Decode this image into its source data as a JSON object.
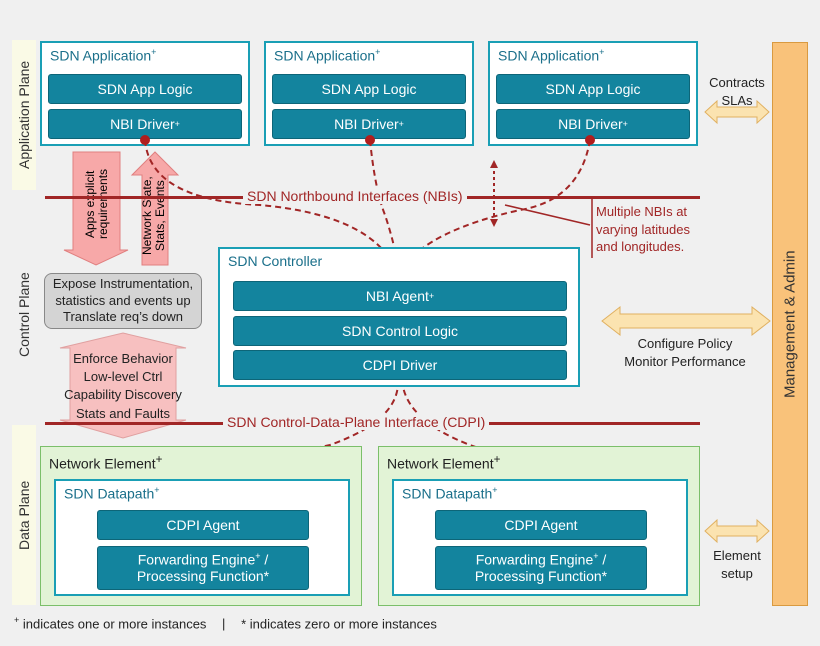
{
  "planes": {
    "application": "Application Plane",
    "control": "Control Plane",
    "data": "Data Plane"
  },
  "apps": [
    {
      "title": "SDN Application",
      "sup": "+",
      "logic": "SDN App Logic",
      "driver": "NBI Driver",
      "driver_sup": "+"
    },
    {
      "title": "SDN Application",
      "sup": "+",
      "logic": "SDN App Logic",
      "driver": "NBI Driver",
      "driver_sup": "+"
    },
    {
      "title": "SDN Application",
      "sup": "+",
      "logic": "SDN App Logic",
      "driver": "NBI Driver",
      "driver_sup": "+"
    }
  ],
  "arrows": {
    "down_text": "Apps explicit requirements",
    "up_text": "Network State, Stats, Events"
  },
  "nbi_label": "SDN Northbound Interfaces (NBIs)",
  "nbi_note": "Multiple NBIs at varying latitudes and longitudes.",
  "controller": {
    "title": "SDN Controller",
    "agent": "NBI Agent",
    "agent_sup": "+",
    "logic": "SDN Control Logic",
    "driver": "CDPI Driver"
  },
  "expose_box": "Expose Instrumentation, statistics and events up Translate req’s down",
  "enforce_lines": [
    "Enforce Behavior",
    "Low-level Ctrl",
    "Capability Discovery",
    "Stats and Faults"
  ],
  "cdpi_label": "SDN Control-Data-Plane Interface (CDPI)",
  "network_elements": [
    {
      "title": "Network Element",
      "sup": "+",
      "dp_title": "SDN Datapath",
      "dp_sup": "+",
      "agent": "CDPI Agent",
      "engine_line1": "Forwarding Engine",
      "engine_sup": "+",
      "engine_line1_end": " /",
      "engine_line2": "Processing Function*"
    },
    {
      "title": "Network Element",
      "sup": "+",
      "dp_title": "SDN Datapath",
      "dp_sup": "+",
      "agent": "CDPI Agent",
      "engine_line1": "Forwarding Engine",
      "engine_sup": "+",
      "engine_line1_end": " /",
      "engine_line2": "Processing Function*"
    }
  ],
  "right": {
    "contracts": "Contracts",
    "slas": "SLAs",
    "policy": "Configure Policy",
    "monitor": "Monitor Performance",
    "element": "Element",
    "setup": "setup",
    "mgmt": "Management & Admin"
  },
  "footer": {
    "plus_sup": "+",
    "plus_text": " indicates one or more instances",
    "sep": "|",
    "star_text": "* indicates zero or more instances"
  },
  "colors": {
    "teal": "#13849e",
    "interface_red": "#a12626",
    "mgmt_orange": "#f9c27a",
    "arrow_pink": "#f7a8a8"
  }
}
